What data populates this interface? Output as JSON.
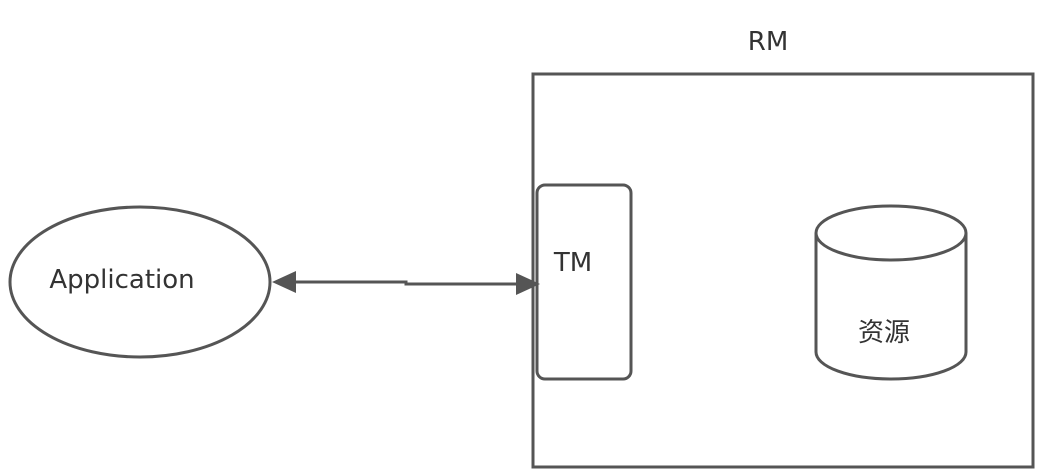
{
  "nodes": {
    "application": {
      "label": "Application"
    },
    "rm": {
      "label": "RM"
    },
    "tm": {
      "label": "TM"
    },
    "resource": {
      "label": "资源"
    }
  },
  "edges": [
    {
      "from": "application",
      "to": "tm",
      "direction": "both"
    }
  ],
  "colors": {
    "stroke": "#555555",
    "text": "#333333",
    "fill": "#ffffff"
  }
}
